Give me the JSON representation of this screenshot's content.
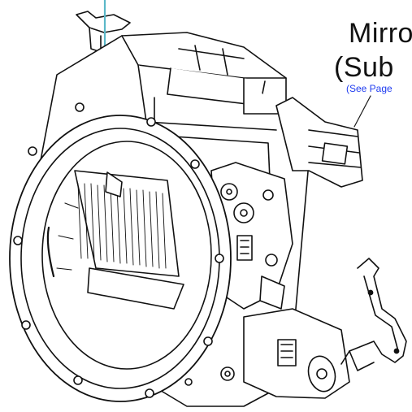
{
  "callout": {
    "title_line1": "Mirro",
    "title_line2": "(Sub",
    "page_ref": "(See Page"
  },
  "colors": {
    "line": "#111111",
    "leader": "#1a1a1a",
    "shaft_highlight": "#5ab8c8",
    "link": "#1f3cf0"
  }
}
